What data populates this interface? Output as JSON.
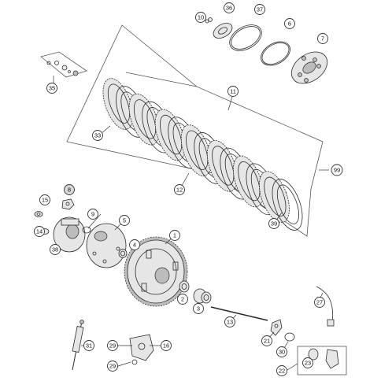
{
  "callouts": {
    "c10": "10",
    "c36": "36",
    "c37": "37",
    "c6": "6",
    "c7": "7",
    "c35": "35",
    "c11": "11",
    "c33": "33",
    "c99": "99",
    "c12": "12",
    "c39": "39",
    "c15": "15",
    "c8": "8",
    "c9": "9",
    "c5": "5",
    "c14": "14",
    "c4": "4",
    "c38": "38",
    "c1": "1",
    "c2": "2",
    "c3": "3",
    "c27": "27",
    "c13": "13",
    "c21": "21",
    "c31": "31",
    "c29a": "29",
    "c16": "16",
    "c30": "30",
    "c29b": "29",
    "c23": "23",
    "c22": "22"
  }
}
